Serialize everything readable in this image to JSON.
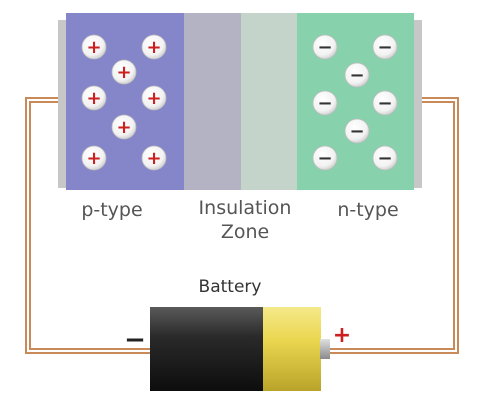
{
  "diagram": {
    "labels": {
      "p_type": "p-type",
      "insulation_line1": "Insulation",
      "insulation_line2": "Zone",
      "n_type": "n-type",
      "battery": "Battery"
    },
    "signs": {
      "positive": "+",
      "negative": "−"
    },
    "colors": {
      "p_region": "#8585c9",
      "insulation_left": "#b4b3c4",
      "insulation_right": "#c4d4cb",
      "n_region": "#87d1ad",
      "wire": "#c88a58",
      "battery_body": "#1e1e1e",
      "battery_cap": "#e8d54c",
      "positive_terminal_sign": "#cc1f1f",
      "negative_terminal_sign": "#222222"
    },
    "counts": {
      "holes": 8,
      "electrons": 8
    }
  }
}
